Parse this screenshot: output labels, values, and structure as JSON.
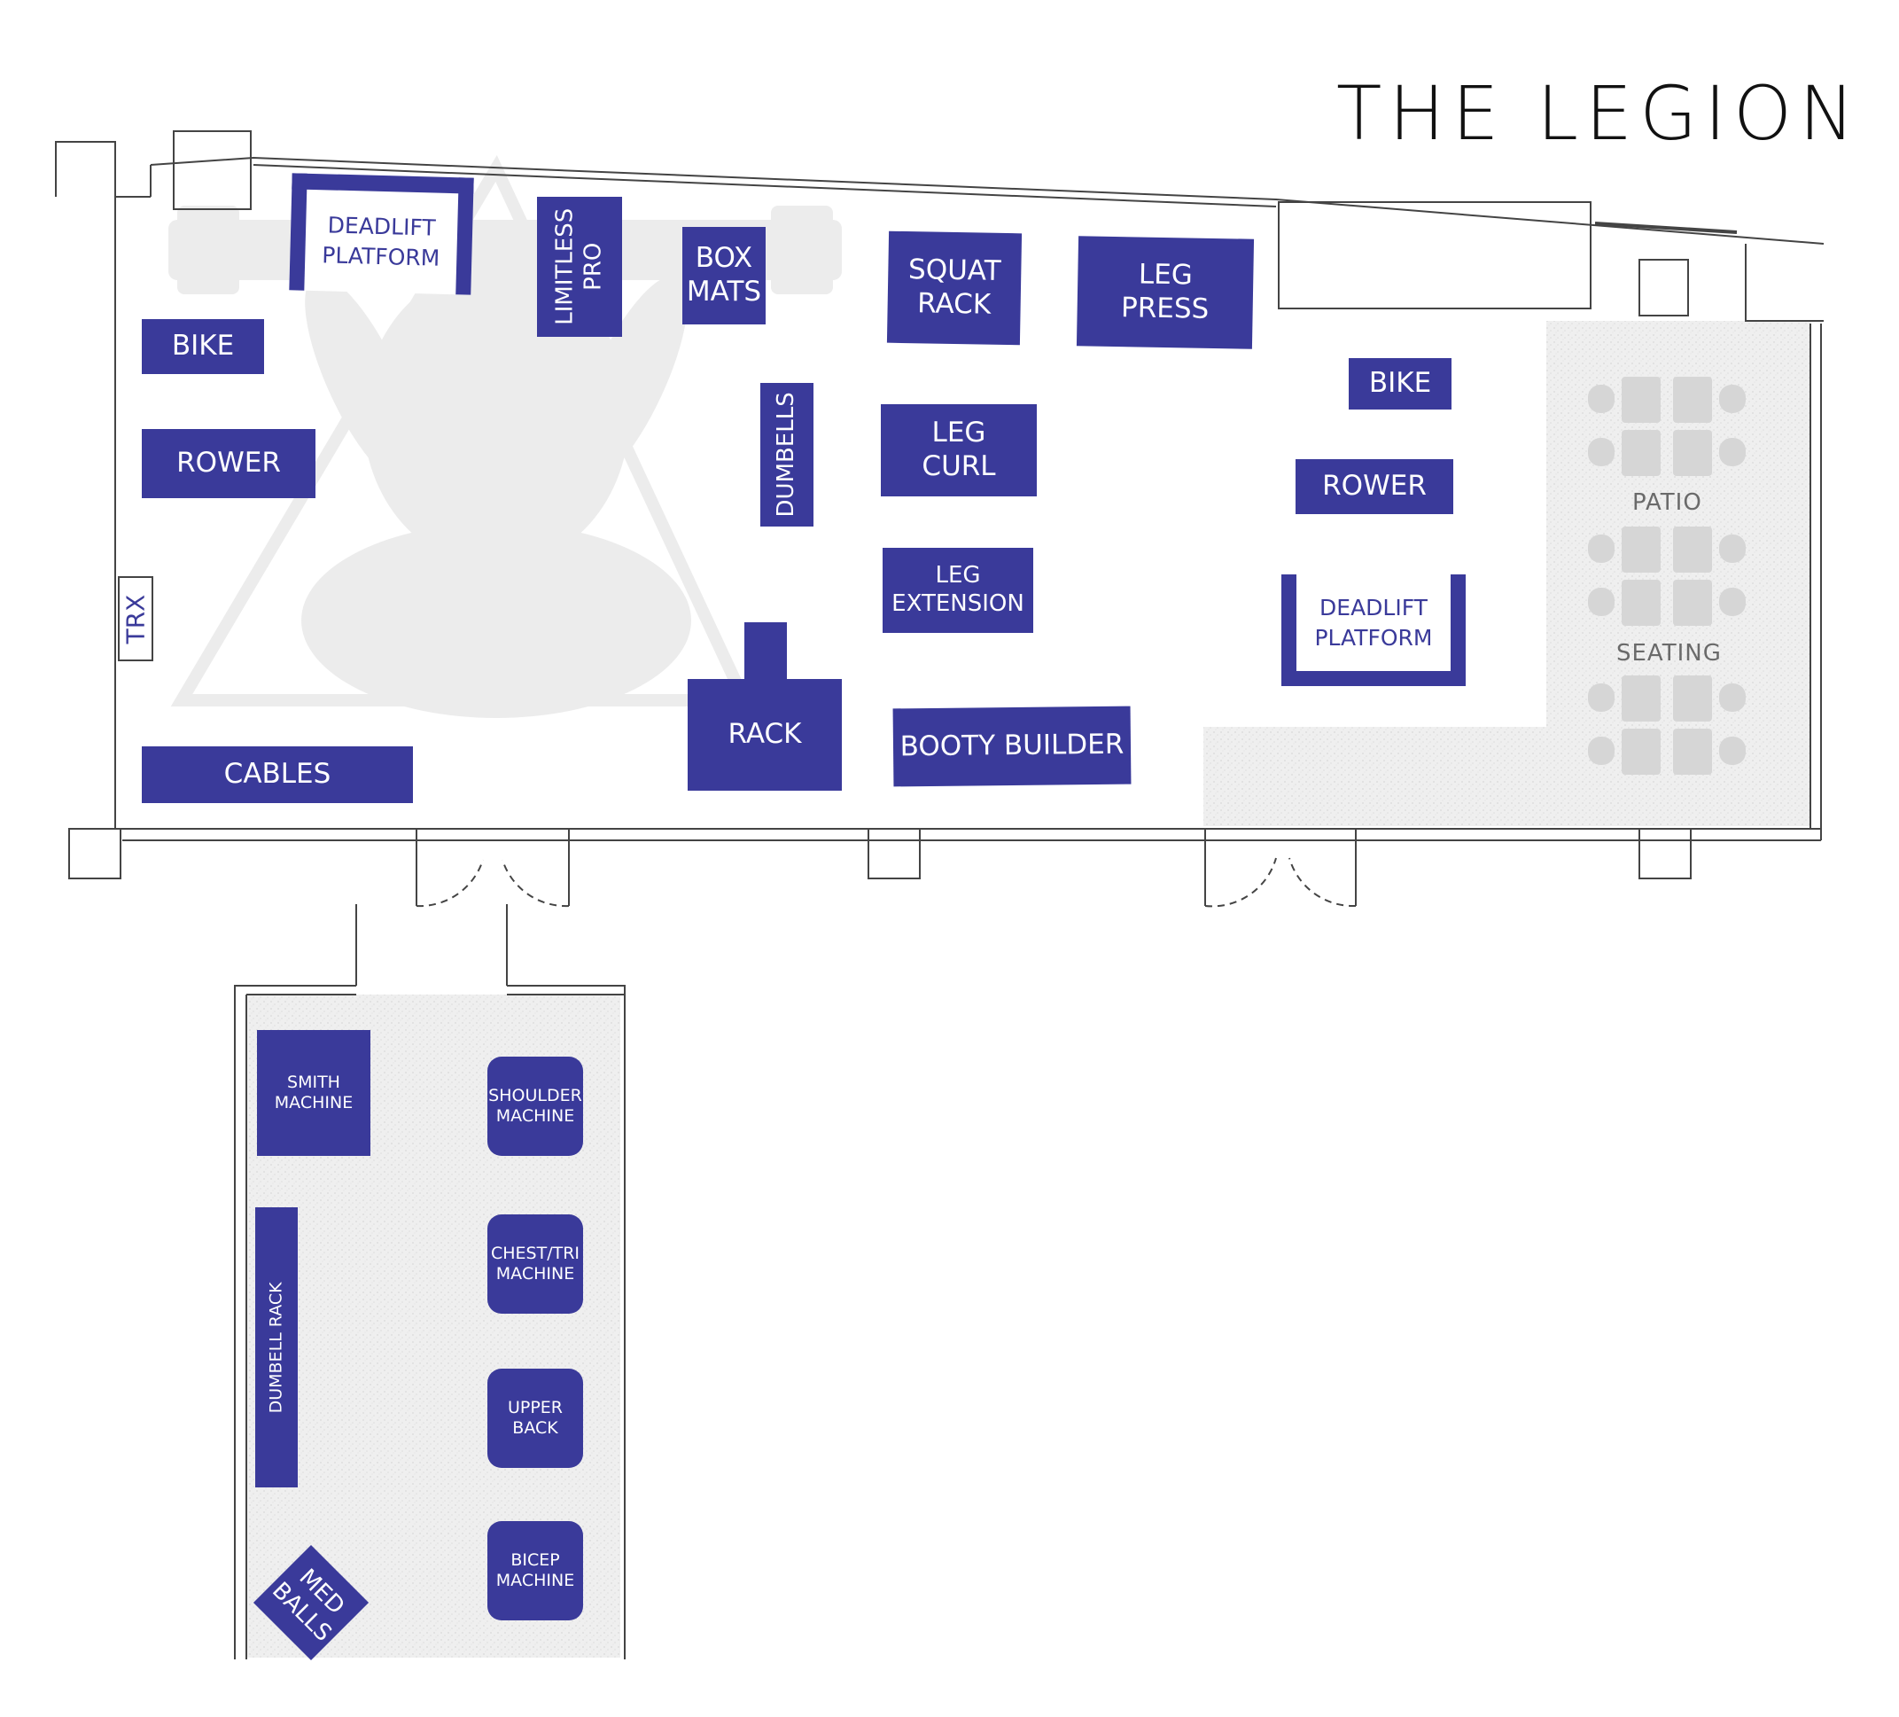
{
  "logo": {
    "text": "THE LEGION"
  },
  "colors": {
    "equipment": "#3a3a9a",
    "walls": "#444444",
    "floor_texture": "#ececec",
    "watermark": "#e9e9e9"
  },
  "main_room": {
    "bike_left": "BIKE",
    "rower_left": "ROWER",
    "trx": "TRX",
    "cables": "CABLES",
    "deadlift_platform_left": "DEADLIFT\nPLATFORM",
    "limitless_pro": "LIMITLESS\nPRO",
    "box_mats": "BOX\nMATS",
    "dumbells": "DUMBELLS",
    "rack": "RACK",
    "squat_rack": "SQUAT\nRACK",
    "leg_press": "LEG\nPRESS",
    "leg_curl": "LEG\nCURL",
    "leg_extension": "LEG\nEXTENSION",
    "booty_builder": "BOOTY BUILDER",
    "bike_right": "BIKE",
    "rower_right": "ROWER",
    "deadlift_platform_right": "DEADLIFT\nPLATFORM"
  },
  "patio": {
    "label_top": "PATIO",
    "label_bottom": "SEATING"
  },
  "side_room": {
    "smith_machine": "SMITH\nMACHINE",
    "shoulder_machine": "SHOULDER\nMACHINE",
    "chest_tri_machine": "CHEST/TRI\nMACHINE",
    "upper_back": "UPPER\nBACK",
    "bicep_machine": "BICEP\nMACHINE",
    "dumbell_rack": "DUMBELL RACK",
    "med_balls": "MED\nBALLS"
  }
}
